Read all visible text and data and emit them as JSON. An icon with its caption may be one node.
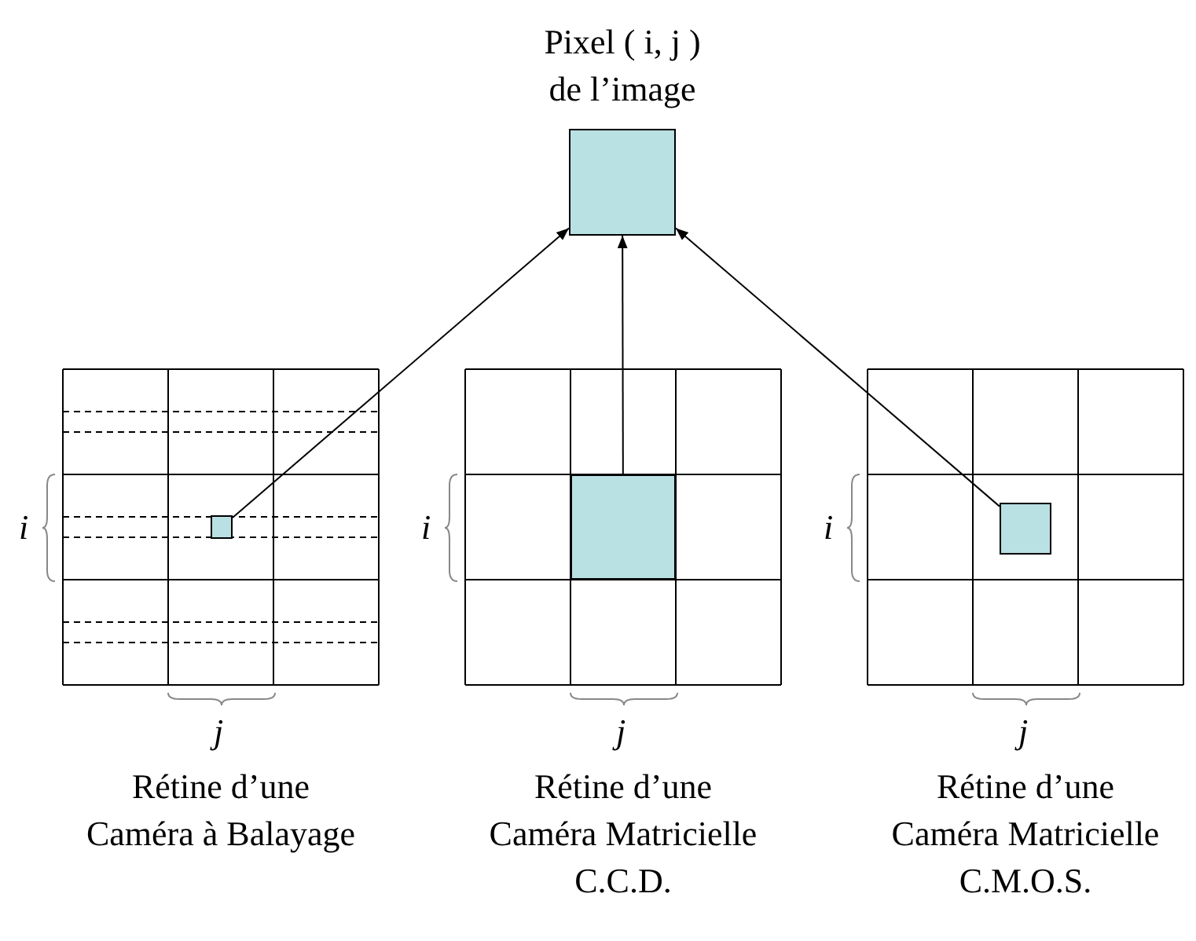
{
  "diagram": {
    "nodes": [
      {
        "text": [
          "Pixel ( i, j ) de l’image"
        ]
      },
      {
        "text": [
          "Rétine d’une Caméra à Balayage"
        ]
      },
      {
        "text": [],
        "shape": "box",
        "in": 1
      },
      {
        "text": [
          "Rétine d’une Caméra Matricielle C.C.D."
        ]
      },
      {
        "text": [],
        "shape": "box",
        "in": 3
      },
      {
        "text": [
          "Rétine d’une Caméra Matricielle C.M.O.S."
        ]
      },
      {
        "text": [],
        "shape": "box",
        "in": 5
      }
    ],
    "edges": [
      {
        "from": 2,
        "to": 0,
        "arrow": "to"
      },
      {
        "from": 4,
        "to": 0,
        "arrow": "to"
      },
      {
        "from": 6,
        "to": 0,
        "arrow": "to"
      }
    ],
    "labels": [
      "i",
      "j",
      "i",
      "j",
      "i",
      "j"
    ]
  }
}
